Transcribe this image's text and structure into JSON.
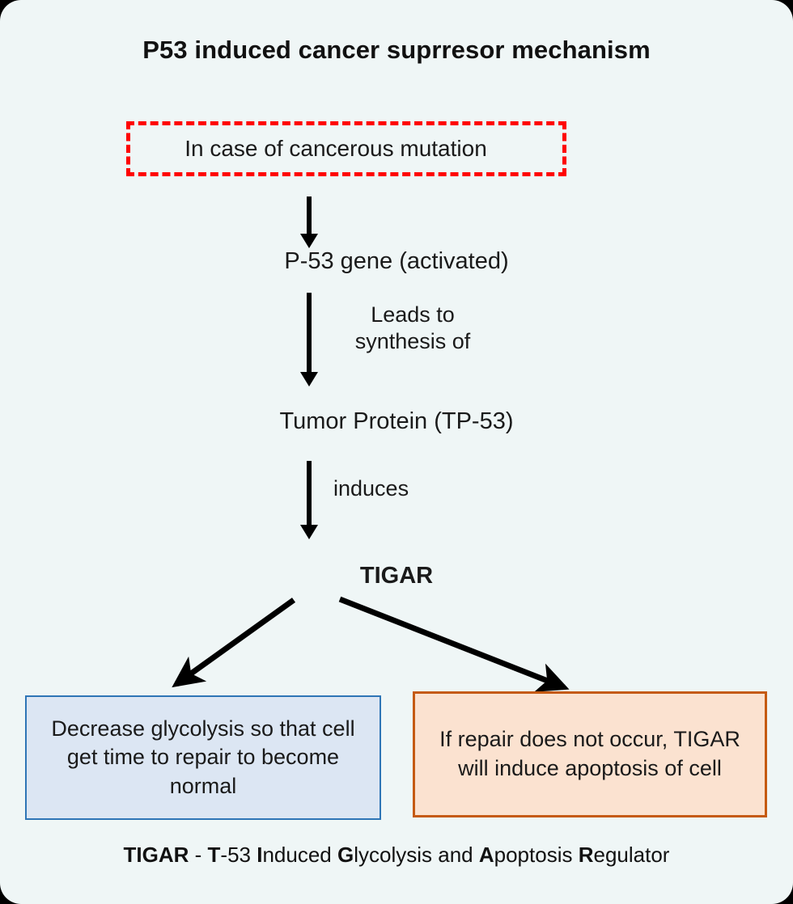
{
  "page": {
    "background_color": "#eff6f6",
    "title": "P53 induced cancer suprresor mechanism"
  },
  "nodes": {
    "mutation": {
      "text": "In case of cancerous mutation",
      "border_color": "#ff0000",
      "border_style": "dashed"
    },
    "p53_gene": {
      "text": "P-53 gene (activated)"
    },
    "tumor_protein": {
      "text": "Tumor Protein (TP-53)"
    },
    "tigar": {
      "text": "TIGAR"
    }
  },
  "edges": {
    "mutation_to_gene": {
      "label": ""
    },
    "gene_to_protein": {
      "label_line1": "Leads to",
      "label_line2": "synthesis of"
    },
    "protein_to_tigar": {
      "label": "induces"
    },
    "tigar_to_left": {
      "label": ""
    },
    "tigar_to_right": {
      "label": ""
    }
  },
  "outcomes": {
    "left": {
      "text": "Decrease glycolysis so that cell get time to repair to become normal",
      "fill_color": "#dce6f3",
      "border_color": "#2e75b6"
    },
    "right": {
      "text": "If repair does not occur, TIGAR will induce apoptosis of cell",
      "fill_color": "#fbe2d0",
      "border_color": "#c55a11"
    }
  },
  "legend": {
    "acronym": "TIGAR",
    "separator": " - ",
    "t": "T",
    "t_rest": "-53 ",
    "i": "I",
    "i_rest": "nduced ",
    "g": "G",
    "g_rest": "lycolysis and ",
    "a": "A",
    "a_rest": "poptosis ",
    "r": "R",
    "r_rest": "egulator"
  }
}
